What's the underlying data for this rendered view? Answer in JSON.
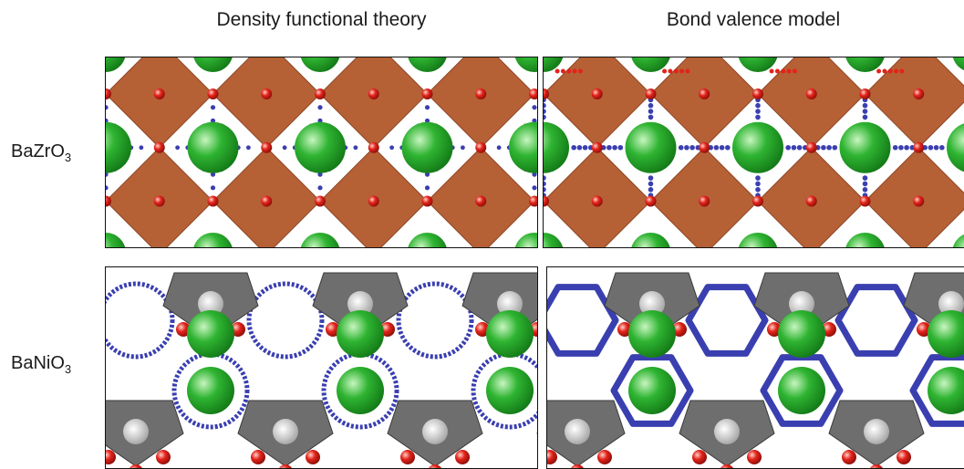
{
  "columns": {
    "left_title": "Density functional theory",
    "right_title": "Bond valence model"
  },
  "rows": {
    "top": {
      "formula_base": "BaZrO",
      "formula_sub": "3"
    },
    "bottom": {
      "formula_base": "BaNiO",
      "formula_sub": "3"
    }
  },
  "colors": {
    "octahedron": "#b3582c",
    "octahedron_edge": "#8a3f1c",
    "ba_atom": "#2fb432",
    "o_atom": "#e2231a",
    "bond_points": "#3a3fb0",
    "bond_points_alt": "#8a2a8a",
    "ni_polyhedron": "#6e6e6e",
    "ni_atom": "#d8d8d8"
  },
  "icons": {
    "ba": "green-sphere",
    "o": "red-sphere",
    "zr_polyhedron": "brown-octahedron",
    "ni_polyhedron": "grey-octahedron"
  }
}
